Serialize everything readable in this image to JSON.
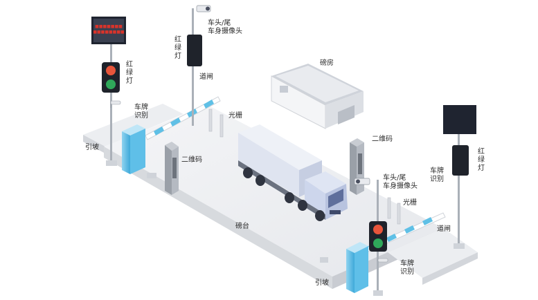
{
  "labels": {
    "camera_top": [
      "车头/尾",
      "车身摄像头"
    ],
    "camera_right": [
      "车头/尾",
      "车身摄像头"
    ],
    "traffic_light_left": [
      "红",
      "绿",
      "灯"
    ],
    "traffic_light_mid": [
      "红",
      "绿",
      "灯"
    ],
    "traffic_light_right": [
      "红",
      "绿",
      "灯"
    ],
    "plate_recog_left": [
      "车牌",
      "识别"
    ],
    "plate_recog_right": [
      "车牌",
      "识别"
    ],
    "plate_recog_bottom": [
      "车牌",
      "识别"
    ],
    "barrier_top": "道闸",
    "barrier_bottom": "道闸",
    "grating_top": "光栅",
    "grating_bottom": "光栅",
    "qr_left": "二维码",
    "qr_right": "二维码",
    "ramp_left": "引坡",
    "ramp_bottom": "引坡",
    "scale_house": "磅房",
    "platform": "磅台"
  },
  "colors": {
    "platform_top": "#f1f2f4",
    "platform_side": "#d9dbdf",
    "barrier_blue": "#5fc0e6",
    "light_red": "#e8553b",
    "light_green": "#2fa85a",
    "screen_red_text": "#d8332b",
    "truck_cab": "#c9d3ea",
    "truck_box": "#dde3f0"
  },
  "icons": [
    "traffic-light-icon",
    "camera-icon",
    "display-screen-icon",
    "truck-icon",
    "barrier-gate-icon",
    "kiosk-icon"
  ]
}
